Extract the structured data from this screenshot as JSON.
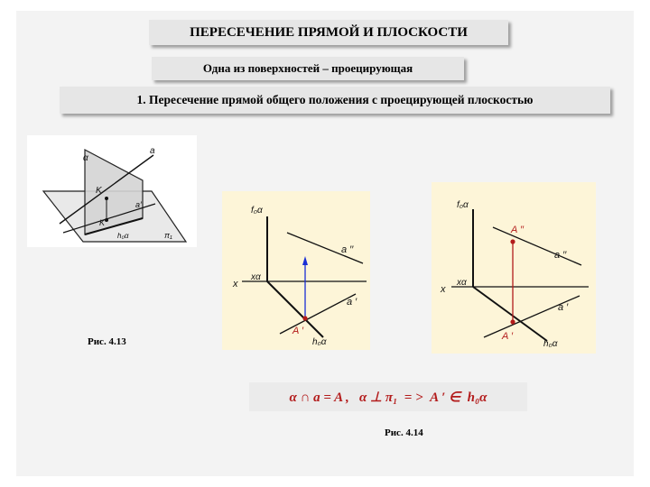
{
  "title": "ПЕРЕСЕЧЕНИЕ ПРЯМОЙ И ПЛОСКОСТИ",
  "subtitle": "Одна из поверхностей – проецирующая",
  "case_heading": "1. Пересечение прямой общего положения с проецирующей плоскостью",
  "captions": {
    "fig413": "Рис. 4.13",
    "fig414": "Рис. 4.14"
  },
  "formula": "α ∩ a = A ,   α ⊥ π₁  = >  A ′ ∈  h₀α",
  "labels": {
    "fig1": {
      "alpha": "α",
      "a": "a",
      "K": "K",
      "K1": "K′",
      "a1": "a′",
      "h0a": "h₀α",
      "pi1": "π₁"
    },
    "fig2": {
      "f0a": "f₀α",
      "x": "x",
      "xa": "xα",
      "a2": "a ′′",
      "a1": "a ′",
      "A1": "A ′",
      "h0a": "h₀α"
    },
    "fig3": {
      "f0a": "f₀α",
      "x": "x",
      "xa": "xα",
      "A2": "A ′′",
      "a2": "a ′′",
      "a1": "a ′",
      "A1": "A ′",
      "h0a": "h₀α"
    }
  },
  "colors": {
    "accent_red": "#b31b1b",
    "projection_blue": "#1a2fd6",
    "panel_bg": "#fdf5d8",
    "slide_bg": "#f3f3f3"
  }
}
